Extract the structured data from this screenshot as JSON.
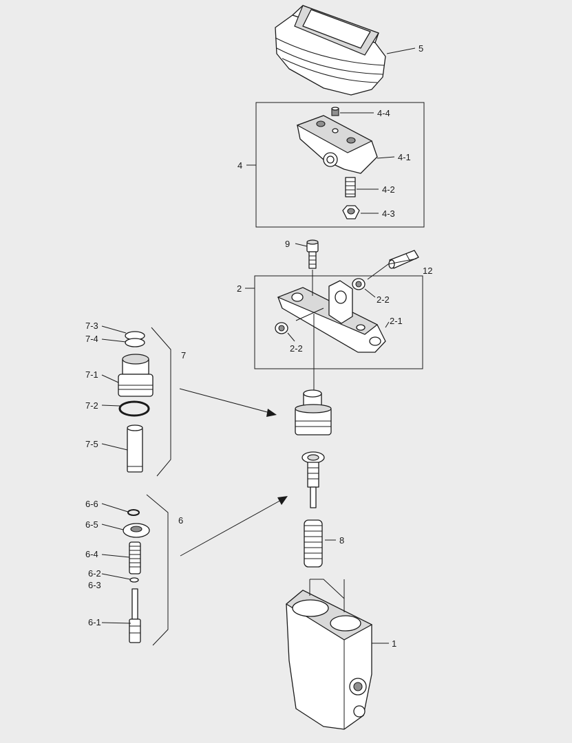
{
  "labels": {
    "p1": "1",
    "p2": "2",
    "p2_1": "2-1",
    "p2_2a": "2-2",
    "p2_2b": "2-2",
    "p4": "4",
    "p4_1": "4-1",
    "p4_2": "4-2",
    "p4_3": "4-3",
    "p4_4": "4-4",
    "p5": "5",
    "p6": "6",
    "p6_1": "6-1",
    "p6_2": "6-2",
    "p6_3": "6-3",
    "p6_4": "6-4",
    "p6_5": "6-5",
    "p6_6": "6-6",
    "p7": "7",
    "p7_1": "7-1",
    "p7_2": "7-2",
    "p7_3": "7-3",
    "p7_4": "7-4",
    "p7_5": "7-5",
    "p8": "8",
    "p9": "9",
    "p12": "12"
  },
  "colors": {
    "background": "#ececec",
    "line": "#1a1a1a",
    "part_fill": "#ffffff",
    "shade": "#d9d9d9"
  }
}
